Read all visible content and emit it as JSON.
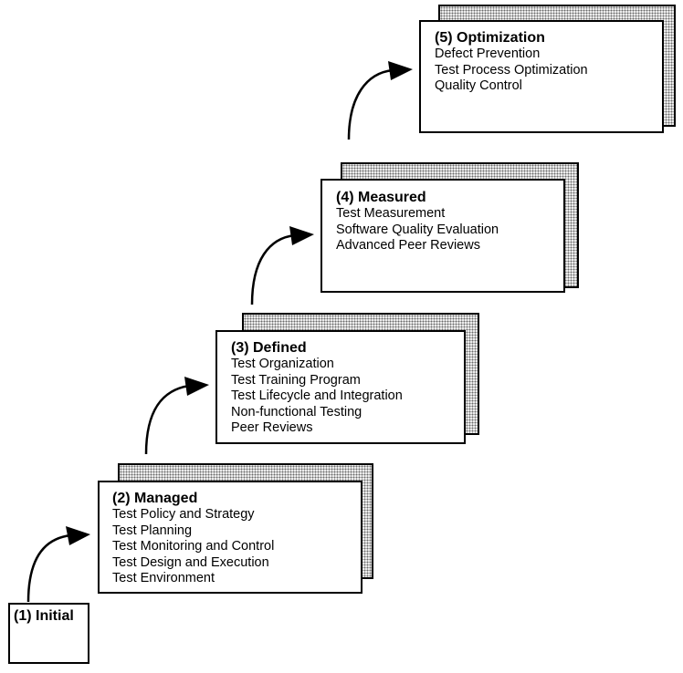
{
  "levels": [
    {
      "title": "(1) Initial",
      "items": []
    },
    {
      "title": "(2) Managed",
      "items": [
        "Test Policy and Strategy",
        "Test Planning",
        "Test Monitoring and Control",
        "Test Design and Execution",
        "Test Environment"
      ]
    },
    {
      "title": "(3) Defined",
      "items": [
        "Test Organization",
        "Test Training Program",
        "Test Lifecycle and Integration",
        "Non-functional Testing",
        "Peer Reviews"
      ]
    },
    {
      "title": "(4) Measured",
      "items": [
        "Test Measurement",
        "Software Quality Evaluation",
        "Advanced Peer Reviews"
      ]
    },
    {
      "title": "(5) Optimization",
      "items": [
        "Defect Prevention",
        "Test Process Optimization",
        "Quality Control"
      ]
    }
  ]
}
